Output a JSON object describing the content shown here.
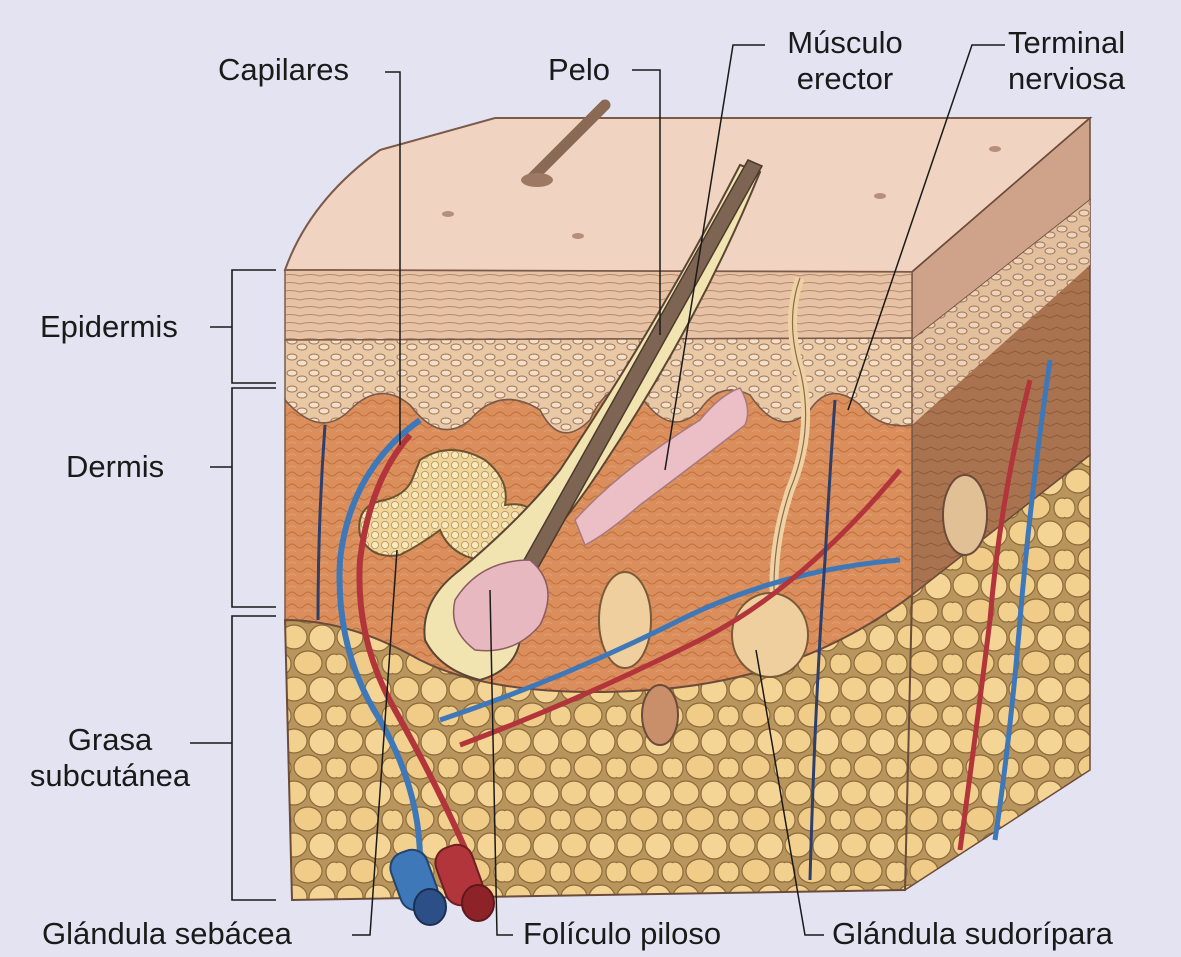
{
  "labels": {
    "capilares": "Capilares",
    "pelo": "Pelo",
    "musculo_line1": "Músculo",
    "musculo_line2": "erector",
    "terminal_line1": "Terminal",
    "terminal_line2": "nerviosa",
    "epidermis": "Epidermis",
    "dermis": "Dermis",
    "grasa_line1": "Grasa",
    "grasa_line2": "subcutánea",
    "glandula_sebacea": "Glándula sebácea",
    "foliculo_piloso": "Folículo piloso",
    "glandula_sudoripara": "Glándula sudorípara"
  },
  "colors": {
    "background": "#e4e3f1",
    "surface": "#f0d2c0",
    "epidermis": "#dfb596",
    "dermis": "#d88f5e",
    "fat": "#f1cf8d",
    "vein": "#3f78b8",
    "artery": "#b2353b",
    "hair": "#7a5f4b",
    "muscle": "#ecbec6",
    "gland": "#f6dfa7"
  }
}
